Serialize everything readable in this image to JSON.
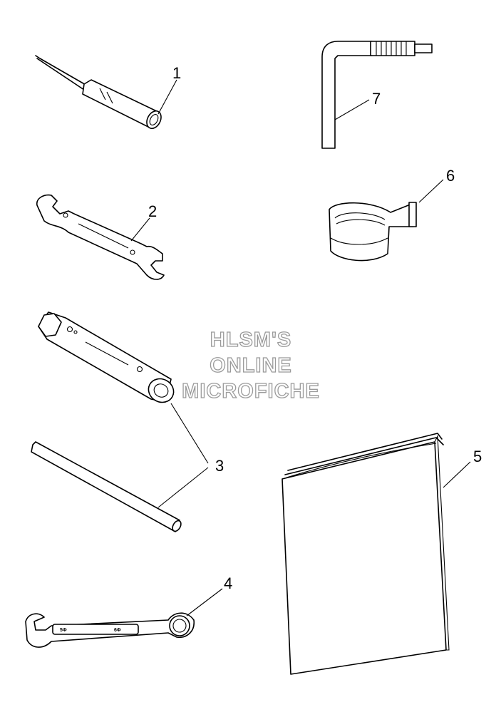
{
  "callouts": [
    {
      "id": "1",
      "label": "1"
    },
    {
      "id": "2",
      "label": "2"
    },
    {
      "id": "3",
      "label": "3"
    },
    {
      "id": "4",
      "label": "4"
    },
    {
      "id": "5",
      "label": "5"
    },
    {
      "id": "6",
      "label": "6"
    },
    {
      "id": "7",
      "label": "7"
    }
  ],
  "watermark": [
    "HLSM'S",
    "ONLINE",
    "MICROFICHE"
  ],
  "wrench_markings": {
    "left": "5Φ",
    "right": "6Φ"
  }
}
